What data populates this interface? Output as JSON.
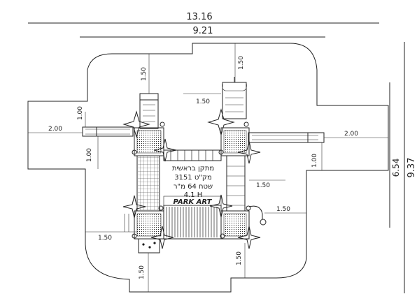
{
  "dimensions": {
    "overall_width": "13.16",
    "inner_width": "9.21",
    "overall_height": "9.37",
    "inner_height": "6.54",
    "labels": {
      "top_left_150": "1.50",
      "top_right_150": "1.50",
      "center_top_150": "1.50",
      "left_100_a": "1.00",
      "left_200": "2.00",
      "left_100_b": "1.00",
      "right_200": "2.00",
      "right_100": "1.00",
      "center_right_150": "1.50",
      "right_mid_150": "1.50",
      "bottom_left_150": "1.50",
      "bottom_150_a": "1.50",
      "bottom_150_b": "1.50"
    }
  },
  "info_block": {
    "line1": "מתקן בראשית",
    "line2": "מק\"ט 3151",
    "line3": "שטח 64 מ\"ר",
    "line4": "4.1 H"
  },
  "logo_text": "PARK ART",
  "colors": {
    "line": "#222222",
    "background": "#ffffff"
  }
}
